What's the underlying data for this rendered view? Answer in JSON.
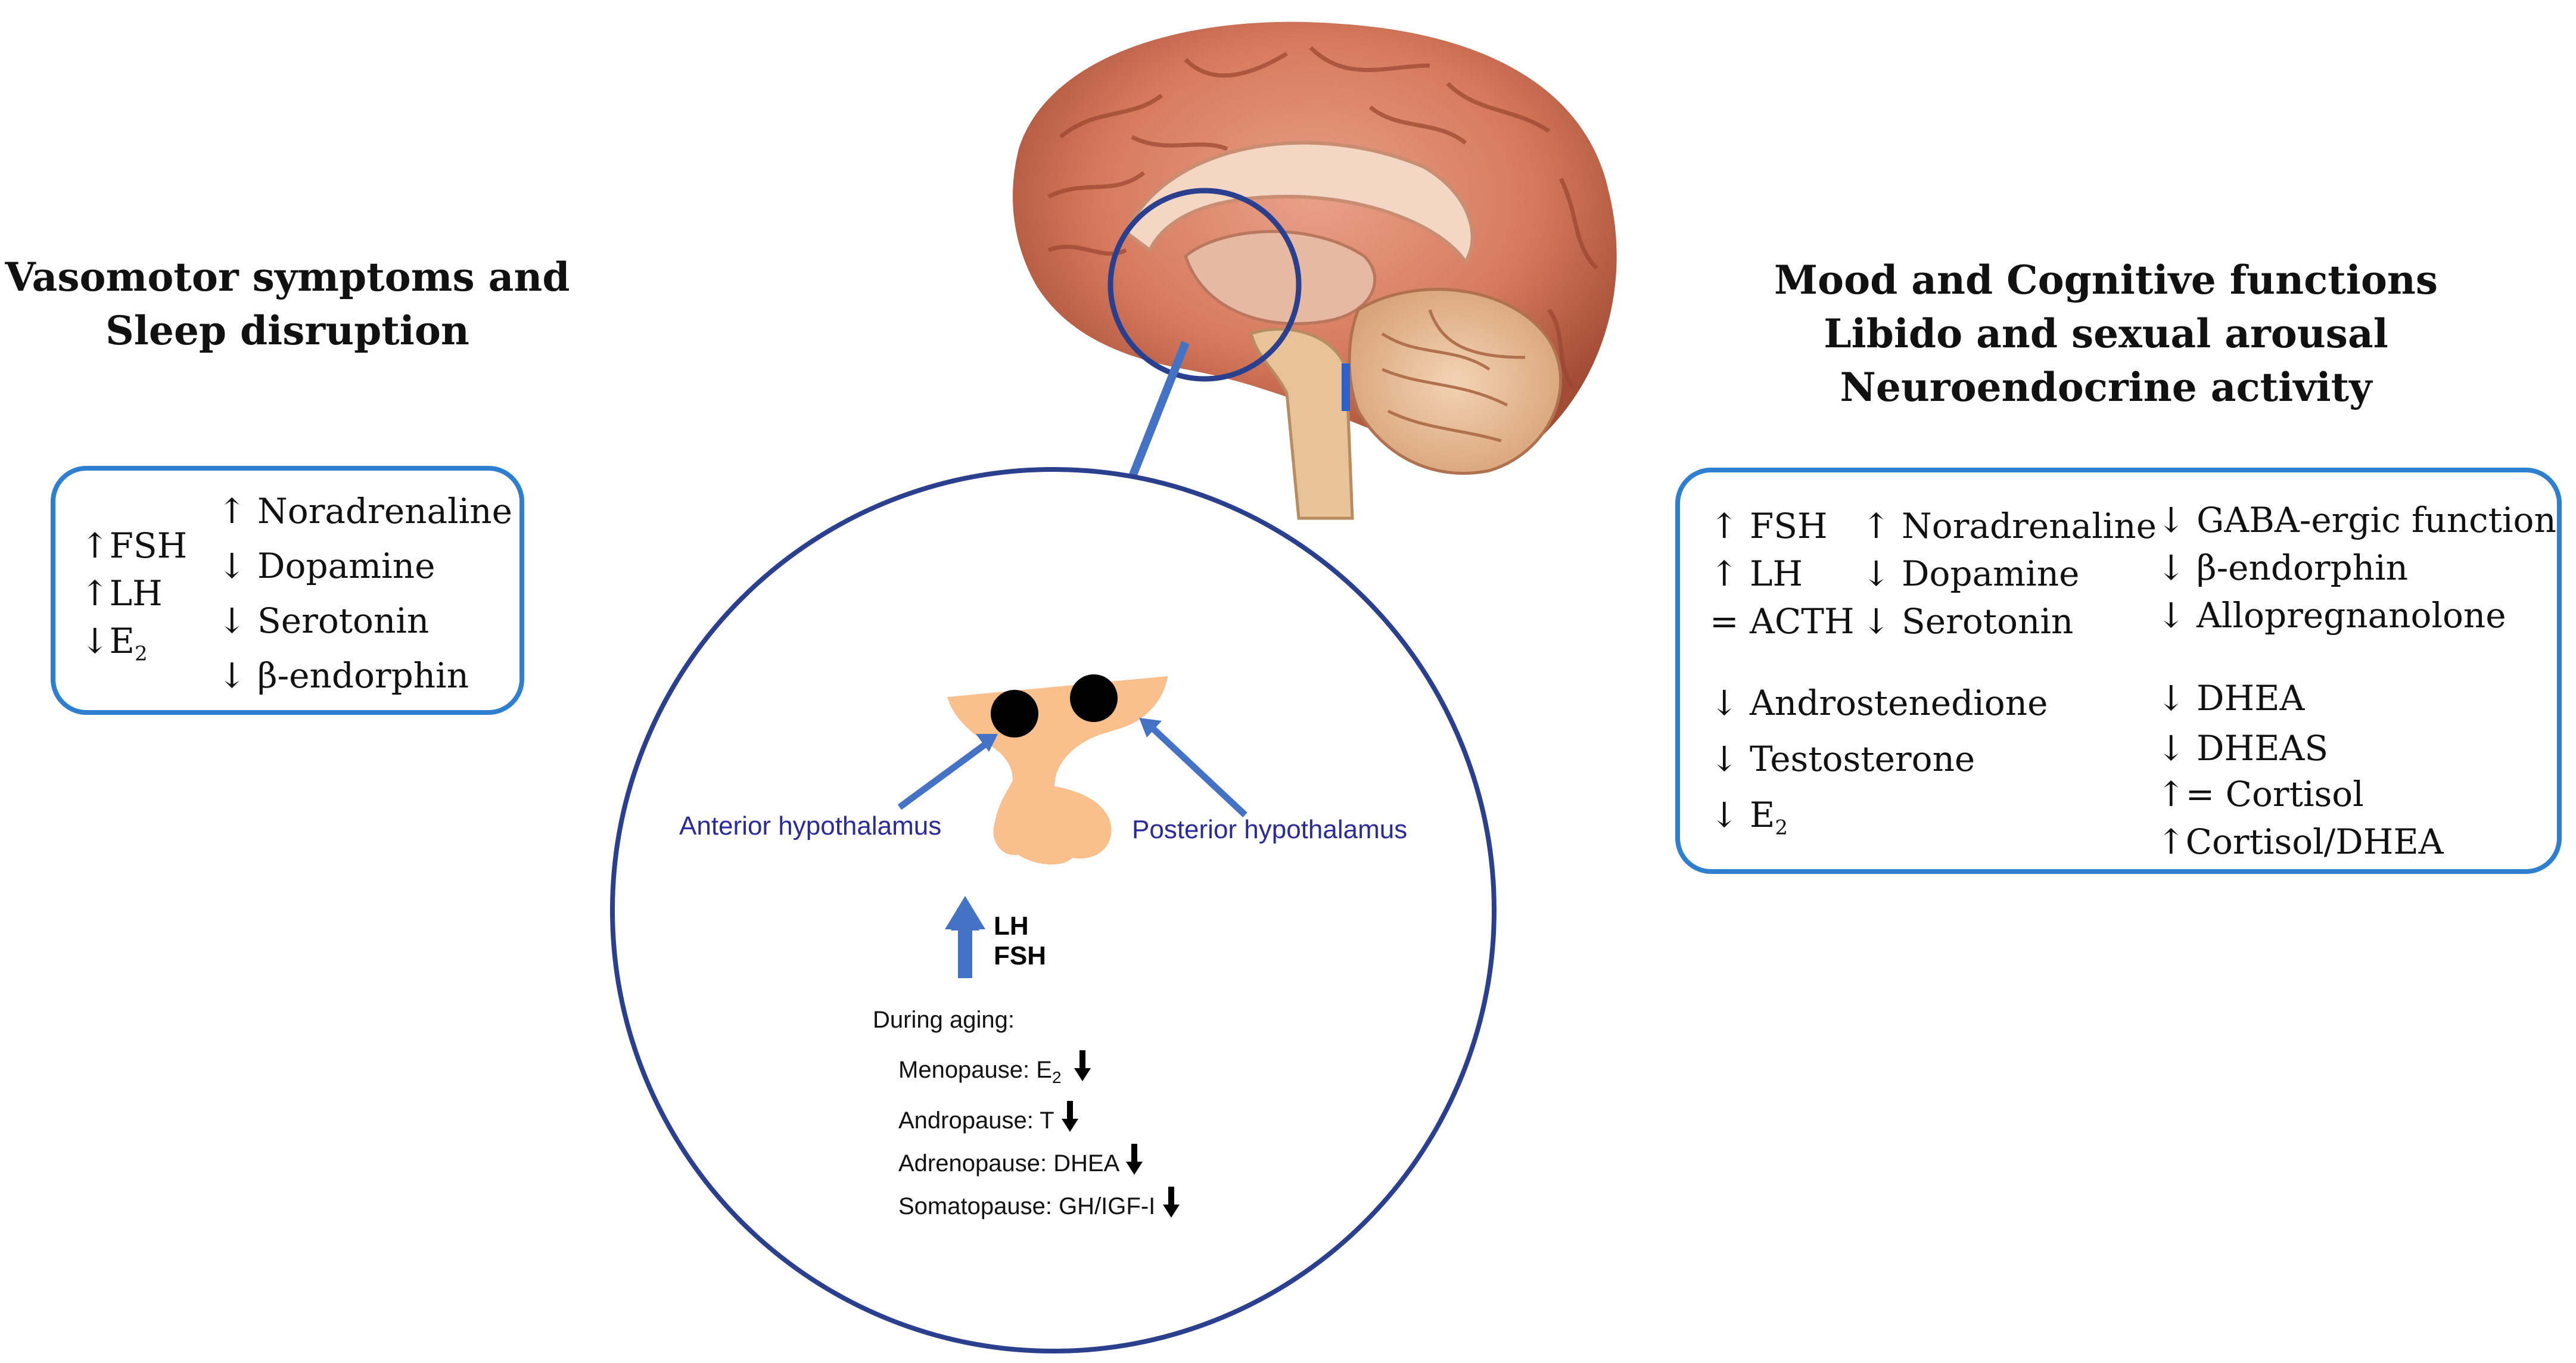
{
  "left_heading": [
    "Vasomotor symptoms and",
    "Sleep disruption"
  ],
  "right_heading": [
    "Mood and Cognitive functions",
    "Libido and sexual arousal",
    "Neuroendocrine activity"
  ],
  "left_box": {
    "col1": [
      "↑FSH",
      "↑LH",
      "↓E"
    ],
    "e2_sub": "2",
    "col2": [
      "↑ Noradrenaline",
      "↓ Dopamine",
      "↓ Serotonin",
      "↓ β-endorphin"
    ]
  },
  "right_box": {
    "col1": [
      "↑ FSH",
      "↑ LH",
      "= ACTH"
    ],
    "col2": [
      "↑ Noradrenaline",
      "↓ Dopamine",
      "↓ Serotonin"
    ],
    "col3": [
      "↓ GABA-ergic function",
      "↓ β-endorphin",
      "↓ Allopregnanolone"
    ],
    "col4": [
      "↓ Androstenedione",
      "↓ Testosterone",
      "↓ E"
    ],
    "e2_sub": "2",
    "col5": [
      "↓ DHEA",
      "↓ DHEAS",
      "↑= Cortisol",
      "↑Cortisol/DHEA"
    ]
  },
  "diagram": {
    "anterior_label": "Anterior hypothalamus",
    "posterior_label": "Posterior hypothalamus",
    "hormones": [
      "LH",
      "FSH"
    ],
    "aging_title": "During aging:",
    "aging_items": [
      {
        "label": "Menopause: E",
        "sub": "2"
      },
      {
        "label": "Andropause: T",
        "sub": ""
      },
      {
        "label": "Adrenopause: DHEA",
        "sub": ""
      },
      {
        "label": "Somatopause: GH/IGF-I",
        "sub": ""
      }
    ]
  },
  "colors": {
    "box_border": "#2f7fd0",
    "circle_border": "#2b3f8f",
    "arrow": "#4472c4",
    "hypothalamus": "#f9bf8c",
    "label_text": "#2a2a9a"
  }
}
